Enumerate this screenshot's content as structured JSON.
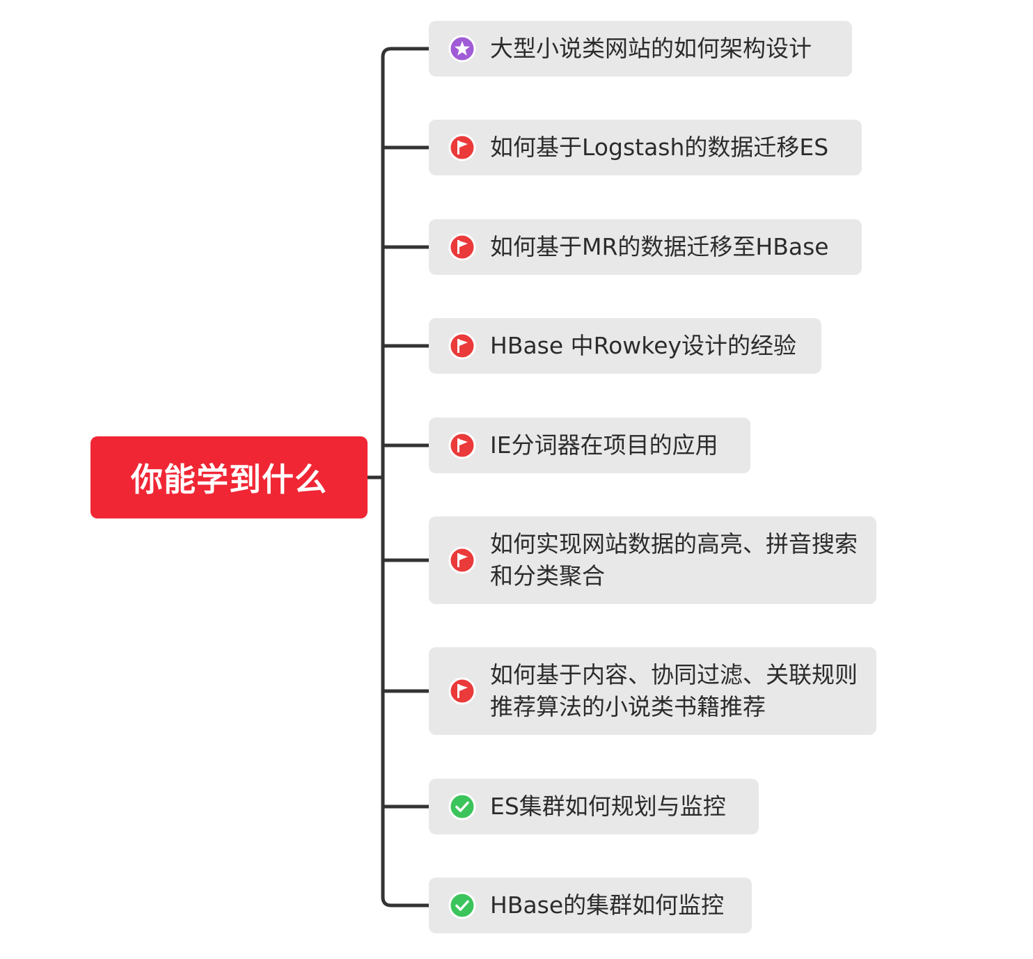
{
  "root": {
    "label": "你能学到什么",
    "color": "#f02634"
  },
  "connector_color": "#333333",
  "node_color": "#e8e8e8",
  "markers": {
    "star": {
      "icon": "star-icon",
      "color": "#a05bd6"
    },
    "flag": {
      "icon": "flag-icon",
      "color": "#ea3a3a"
    },
    "check": {
      "icon": "check-icon",
      "color": "#3cc45c"
    }
  },
  "children": [
    {
      "label": "大型小说类网站的如何架构设计",
      "marker": "star"
    },
    {
      "label": "如何基于Logstash的数据迁移ES",
      "marker": "flag"
    },
    {
      "label": "如何基于MR的数据迁移至HBase",
      "marker": "flag"
    },
    {
      "label": "HBase 中Rowkey设计的经验",
      "marker": "flag"
    },
    {
      "label": "IE分词器在项目的应用",
      "marker": "flag"
    },
    {
      "label": "如何实现网站数据的高亮、拼音搜索和分类聚合",
      "marker": "flag"
    },
    {
      "label": "如何基于内容、协同过滤、关联规则推荐算法的小说类书籍推荐",
      "marker": "flag"
    },
    {
      "label": "ES集群如何规划与监控",
      "marker": "check"
    },
    {
      "label": "HBase的集群如何监控",
      "marker": "check"
    }
  ]
}
